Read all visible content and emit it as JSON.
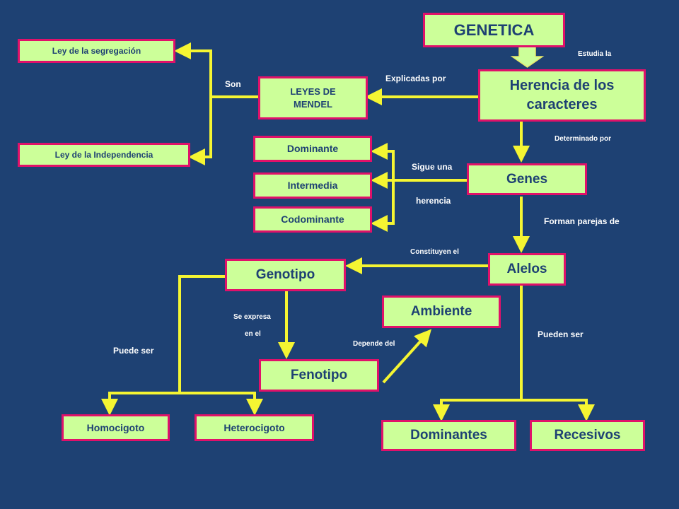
{
  "nodes": {
    "genetica": "GENETICA",
    "herencia": "Herencia de los caracteres",
    "leyes": "LEYES DE MENDEL",
    "segregacion": "Ley de la segregación",
    "independencia": "Ley de la Independencia",
    "dominante": "Dominante",
    "intermedia": "Intermedia",
    "codominante": "Codominante",
    "genes": "Genes",
    "alelos": "Alelos",
    "genotipo": "Genotipo",
    "ambiente": "Ambiente",
    "fenotipo": "Fenotipo",
    "homocigoto": "Homocigoto",
    "heterocigoto": "Heterocigoto",
    "dominantes": "Dominantes",
    "recesivos": "Recesivos"
  },
  "links": {
    "estudia": "Estudia la",
    "explicadas": "Explicadas por",
    "son": "Son",
    "determinado": "Determinado por",
    "sigue": "Sigue una",
    "herencia_word": "herencia",
    "forman": "Forman parejas de",
    "constituyen": "Constituyen el",
    "se_expresa": "Se expresa",
    "en_el": "en el",
    "depende": "Depende del",
    "puede_ser": "Puede ser",
    "pueden_ser": "Pueden ser"
  },
  "colors": {
    "background": "#1e4173",
    "node_fill": "#ccff99",
    "node_border": "#e0116a",
    "connector": "#f5f532"
  }
}
